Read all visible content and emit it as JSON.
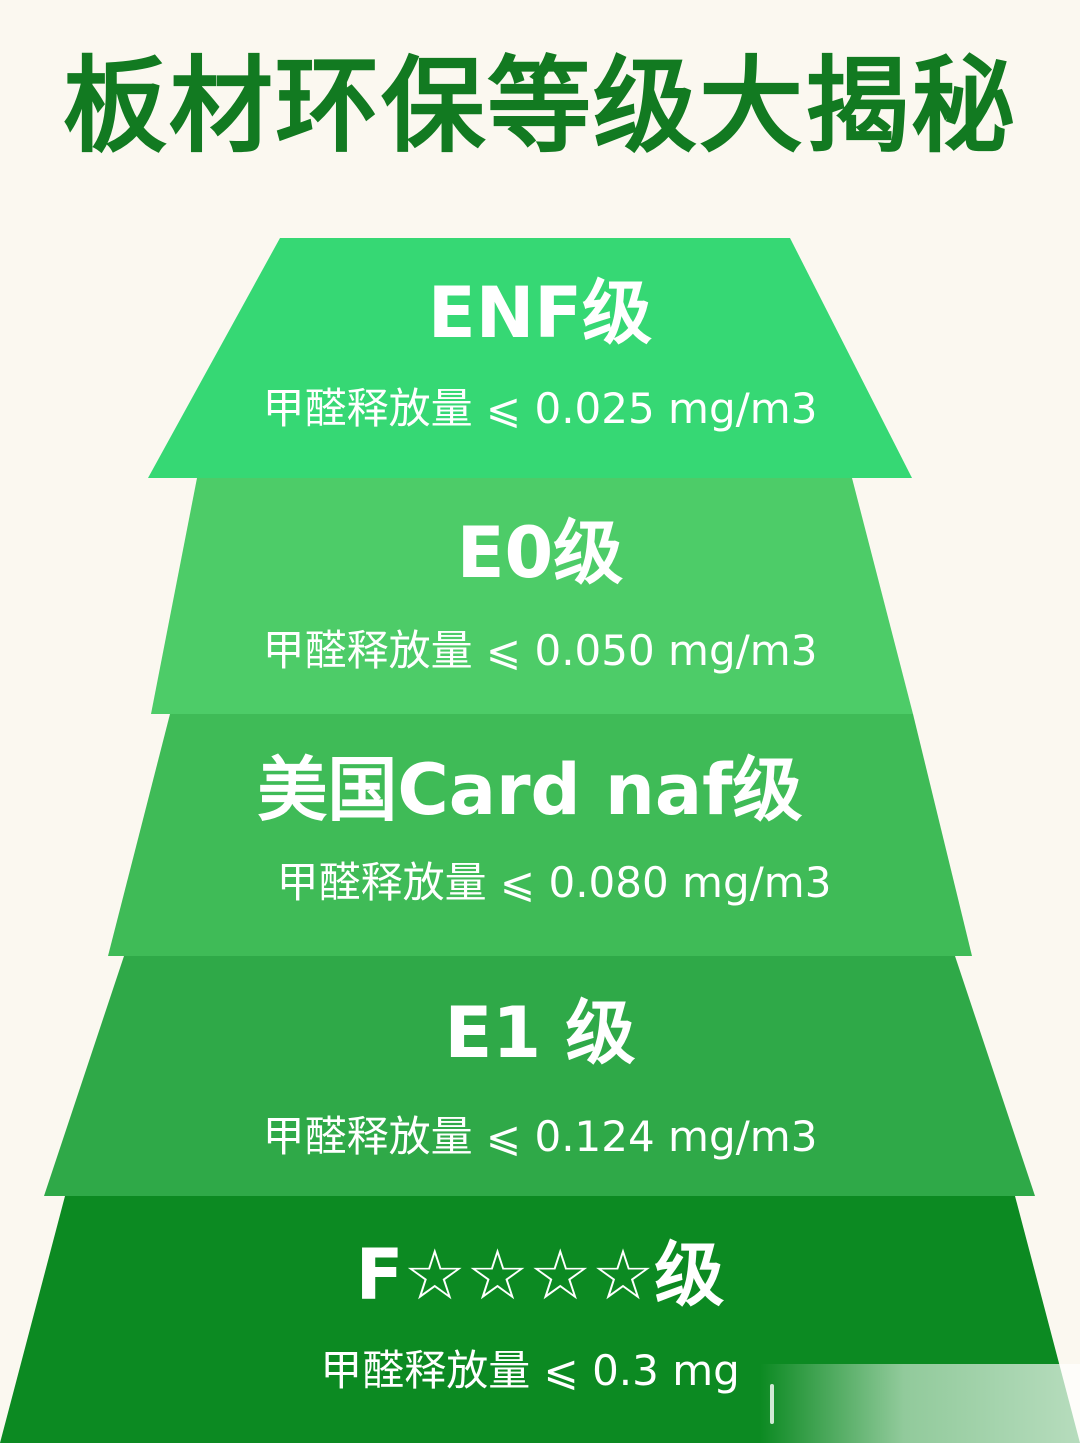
{
  "title": "板材环保等级大揭秘",
  "colors": {
    "title": "#127a21",
    "background": "#fbf8f0",
    "text": "#ffffff",
    "tiers": [
      "#36d874",
      "#4dcc68",
      "#3fbb57",
      "#2fa948",
      "#0c8a22"
    ]
  },
  "levels": [
    {
      "name": "ENF级",
      "limit": "甲醛释放量 ⩽ 0.025 mg/m3"
    },
    {
      "name": "E0级",
      "limit": "甲醛释放量 ⩽ 0.050 mg/m3"
    },
    {
      "name": "美国Card naf级",
      "limit": "甲醛释放量 ⩽ 0.080 mg/m3"
    },
    {
      "name": "E1 级",
      "limit": "甲醛释放量 ⩽ 0.124 mg/m3"
    },
    {
      "name": "F☆☆☆☆级",
      "limit": "甲醛释放量 ⩽ 0.3 mg"
    }
  ]
}
